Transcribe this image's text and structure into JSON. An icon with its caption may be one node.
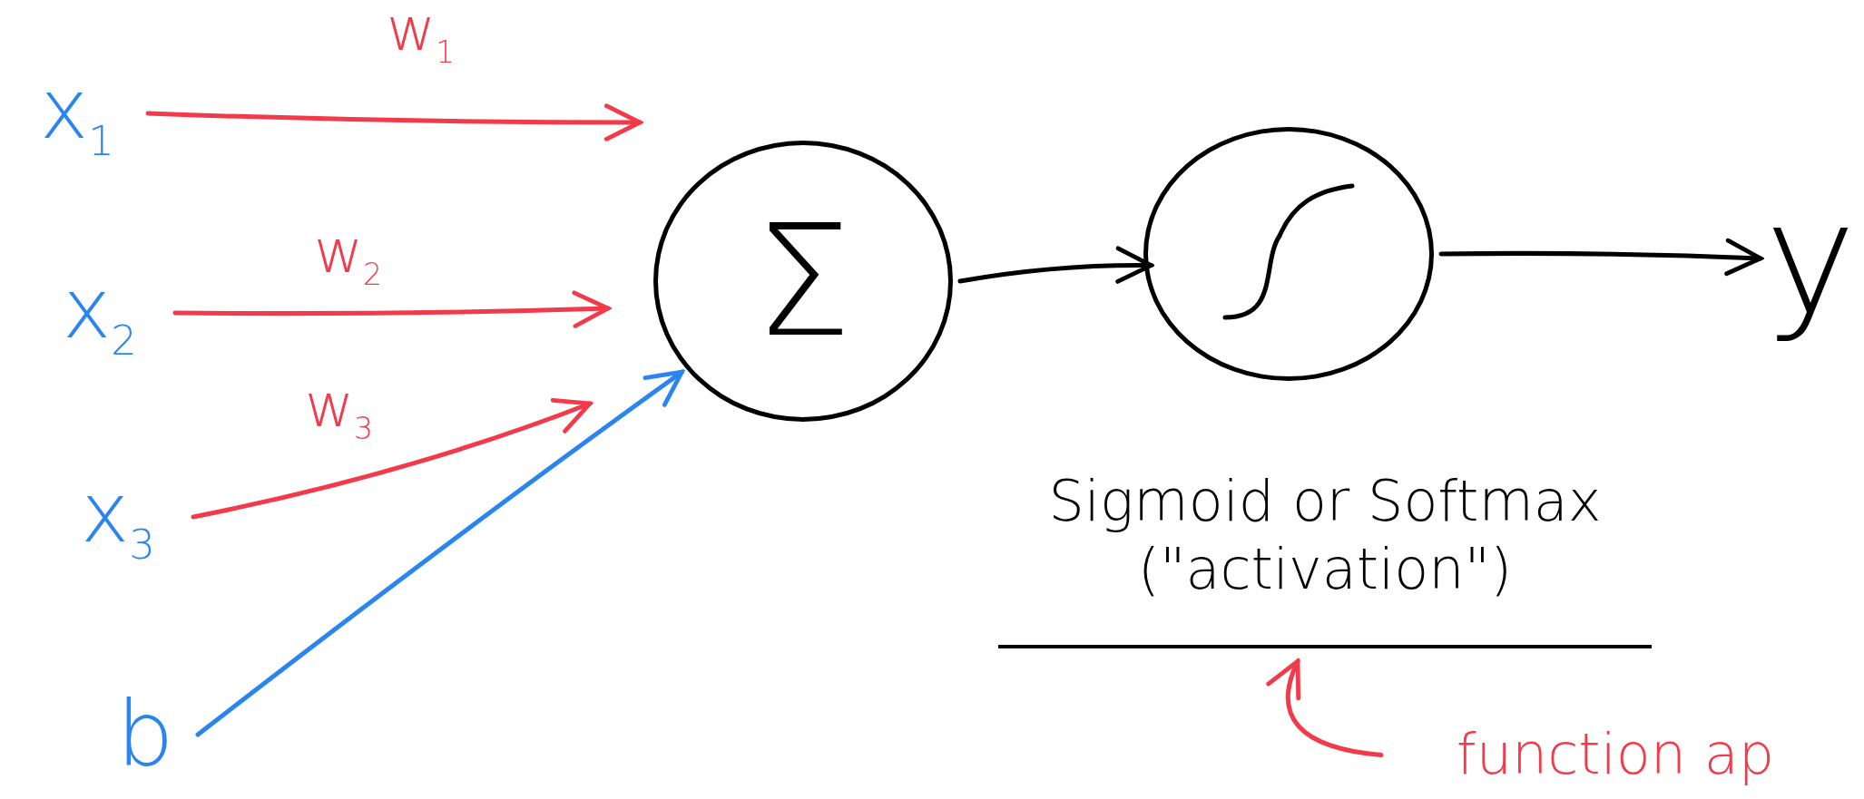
{
  "diagram": {
    "nodes": [
      {
        "text": [
          "x$_{1}$"
        ]
      },
      {
        "text": [
          "x$_{2}$"
        ]
      },
      {
        "text": [
          "x$_{3}$"
        ]
      },
      {
        "text": [
          "b"
        ]
      },
      {
        "text": [
          "Σ"
        ]
      },
      {
        "text": [],
        "shape": "circle"
      },
      {
        "text": [
          "y"
        ]
      },
      {
        "text": [
          "Sigmoid or Softmax (\"activation\")"
        ]
      },
      {
        "text": [
          "function ap"
        ]
      }
    ],
    "edges": [
      {
        "from": 0,
        "to": 4,
        "arrow": "to",
        "label": "w$_{1}$",
        "color": "#f23a4a"
      },
      {
        "from": 1,
        "to": 4,
        "arrow": "to",
        "label": "w$_{2}$",
        "color": "#f23a4a"
      },
      {
        "from": 2,
        "to": 4,
        "arrow": "to",
        "label": "w$_{3}$",
        "color": "#f23a4a"
      },
      {
        "from": 3,
        "to": 4,
        "arrow": "to",
        "color": "#2a85f0"
      },
      {
        "from": 4,
        "to": 5,
        "arrow": "to",
        "color": "#000000"
      },
      {
        "from": 5,
        "to": 6,
        "arrow": "to",
        "color": "#000000"
      },
      {
        "from": 8,
        "to": 7,
        "arrow": "to",
        "color": "#f23a4a"
      }
    ]
  }
}
